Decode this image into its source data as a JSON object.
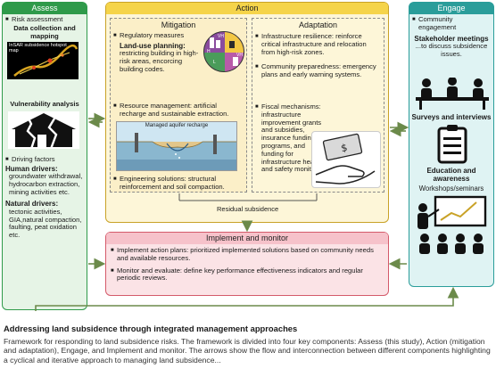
{
  "assess": {
    "title": "Assess",
    "risk_assessment": "Risk assessment",
    "data_heading": "Data collection and mapping",
    "insar_label": "InSAR subsidence hotspot map",
    "vulnerability_heading": "Vulnerability analysis",
    "driving_factors": "Driving factors",
    "human_heading": "Human drivers:",
    "human_text": "groundwater withdrawal, hydrocarbon extraction, mining activities etc.",
    "natural_heading": "Natural drivers:",
    "natural_text": "tectonic activities, GIA,natural compaction, faulting, peat oxidation etc."
  },
  "action": {
    "title": "Action",
    "mitigation": {
      "title": "Mitigation",
      "regulatory": "Regulatory measures",
      "landuse_heading": "Land-use planning:",
      "landuse_text": "restricting building in high-risk areas, encorcing building codes.",
      "resource": "Resource management: artificial recharge and sustainable extraction.",
      "mar_label": "Managed aquifer recharge",
      "engineering": "Engineering solutions: structural reinforcement and soil compaction.",
      "map_labels": [
        "VH",
        "H",
        "L",
        "VH"
      ]
    },
    "adaptation": {
      "title": "Adaptation",
      "infrastructure": "Infrastructure resilience: reinforce critical infrastructure and relocation from high-risk zones.",
      "community": "Community preparedness: emergency plans and early warning systems.",
      "fiscal": "Fiscal mechanisms: infrastructure improvement grants and subsidies, insurance funding programs, and funding for infrastructure health and safety monitoring."
    },
    "residual": "Residual subsidence"
  },
  "engage": {
    "title": "Engage",
    "community": "Community engagement",
    "stakeholder_heading": "Stakeholder meetings",
    "stakeholder_text": "...to discuss subsidence issues.",
    "surveys_heading": "Surveys and interviews",
    "education_heading": "Education and awareness",
    "workshops": "Workshops/seminars"
  },
  "implement": {
    "title": "Implement and monitor",
    "item1": "Implement action plans: prioritized implemented solutions based on community needs and available resources.",
    "item2": "Monitor and evaluate: define key performance effectiveness indicators and regular periodic reviews."
  },
  "caption": {
    "title": "Addressing land subsidence through integrated management approaches",
    "body": "Framework for responding to land subsidence risks. The framework is divided into four key components: Assess (this study), Action (mitigation and adaptation), Engage, and Implement and monitor. The arrows show the flow and interconnection between different components highlighting a cyclical and iterative approach to managing land subsidence..."
  },
  "colors": {
    "assess": "#2f9a4a",
    "assess_fill": "#e6f4e6",
    "action": "#c9a227",
    "action_fill": "#fdf6d8",
    "engage": "#2a9d9a",
    "engage_fill": "#dff3f3",
    "implement": "#d45a6a",
    "implement_fill": "#fbe3e6",
    "arrow": "#6b8a4a"
  }
}
